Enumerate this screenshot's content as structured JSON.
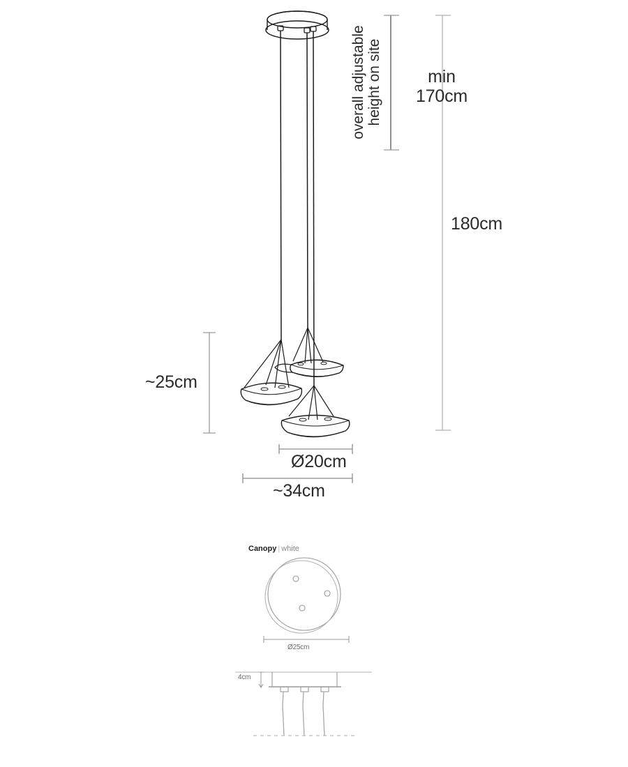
{
  "diagram": {
    "type": "product-dimension-drawing",
    "subject": "multi-pendant ceiling lamp with three disc shades",
    "units": "cm",
    "colors": {
      "line": "#1d1d1d",
      "dimension_line": "#8c8c8c",
      "dimension_line_dark": "#555555",
      "light_line": "#b5b5b5",
      "text": "#2b2b2b",
      "muted_text": "#8a8a8a",
      "background": "#ffffff"
    },
    "main_view": {
      "labels": {
        "adjustable_note_line1": "overall adjustable",
        "adjustable_note_line2": "height on site",
        "min_height_line1": "min",
        "min_height_line2": "170cm",
        "total_height": "180cm",
        "shade_drop": "~25cm",
        "shade_diameter": "Ø20cm",
        "overall_spread": "~34cm"
      },
      "values": {
        "min_height_cm": 170,
        "total_height_cm": 180,
        "shade_cluster_height_cm": 25,
        "shade_diameter_cm": 20,
        "overall_spread_cm": 34,
        "shade_count": 3
      }
    },
    "canopy_view": {
      "caption_title": "Canopy",
      "caption_separator": "|",
      "caption_finish": "white",
      "diameter_label": "Ø25cm",
      "diameter_cm": 25,
      "outlet_count": 3
    },
    "canopy_side_view": {
      "height_label": "4cm",
      "height_cm": 4,
      "cable_count": 3
    }
  }
}
